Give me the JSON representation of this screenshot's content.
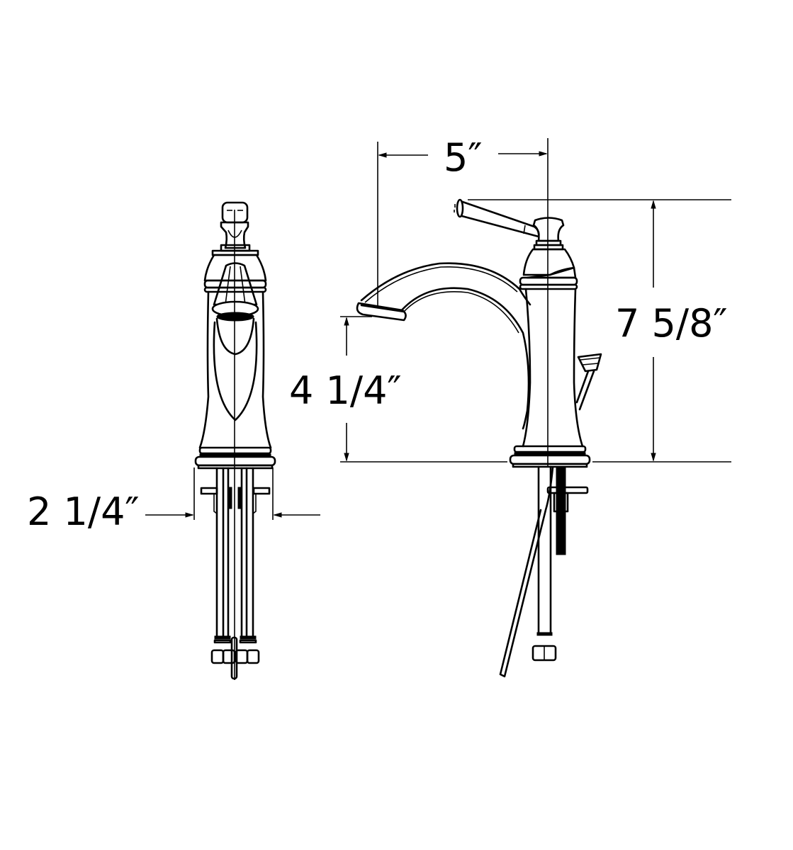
{
  "diagram": {
    "title": "",
    "subject": "single-handle bathroom faucet dimension drawing",
    "views": [
      {
        "name": "front-view"
      },
      {
        "name": "side-view"
      }
    ],
    "dimensions": {
      "spout_reach": {
        "label": "5″",
        "value_in": 5,
        "orientation": "horizontal"
      },
      "overall_height": {
        "label": "7 5/8″",
        "value_in": 7.625,
        "orientation": "vertical"
      },
      "spout_height": {
        "label": "4 1/4″",
        "value_in": 4.25,
        "orientation": "vertical"
      },
      "base_width": {
        "label": "2 1/4″",
        "value_in": 2.25,
        "orientation": "horizontal"
      }
    },
    "colors": {
      "line": "#000000",
      "background": "#ffffff"
    }
  }
}
